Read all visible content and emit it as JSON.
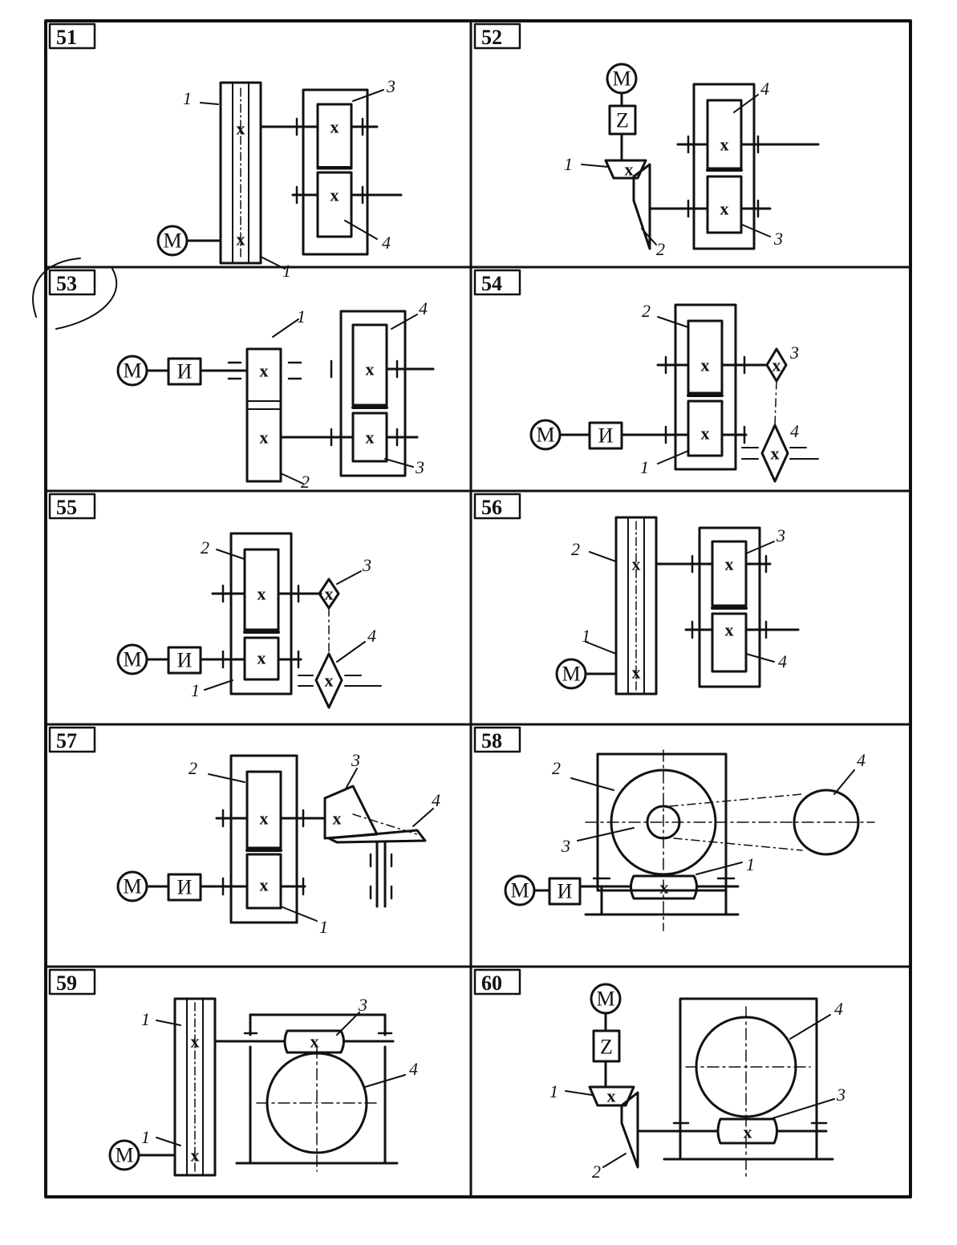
{
  "panels": [
    {
      "number": "51",
      "labels": [
        "1",
        "3",
        "4",
        "1"
      ]
    },
    {
      "number": "52",
      "labels": [
        "1",
        "2",
        "3",
        "4"
      ]
    },
    {
      "number": "53",
      "labels": [
        "1",
        "2",
        "3",
        "4"
      ]
    },
    {
      "number": "54",
      "labels": [
        "1",
        "2",
        "3",
        "4"
      ]
    },
    {
      "number": "55",
      "labels": [
        "1",
        "2",
        "3",
        "4"
      ]
    },
    {
      "number": "56",
      "labels": [
        "1",
        "2",
        "3",
        "4"
      ]
    },
    {
      "number": "57",
      "labels": [
        "1",
        "2",
        "3",
        "4"
      ]
    },
    {
      "number": "58",
      "labels": [
        "1",
        "2",
        "3",
        "4"
      ]
    },
    {
      "number": "59",
      "labels": [
        "1",
        "1",
        "3",
        "4"
      ]
    },
    {
      "number": "60",
      "labels": [
        "1",
        "2",
        "3",
        "4"
      ]
    }
  ],
  "symbols": {
    "motor": "M",
    "coupling_a": "И",
    "coupling_b": "Z",
    "gear_mark": "x"
  }
}
